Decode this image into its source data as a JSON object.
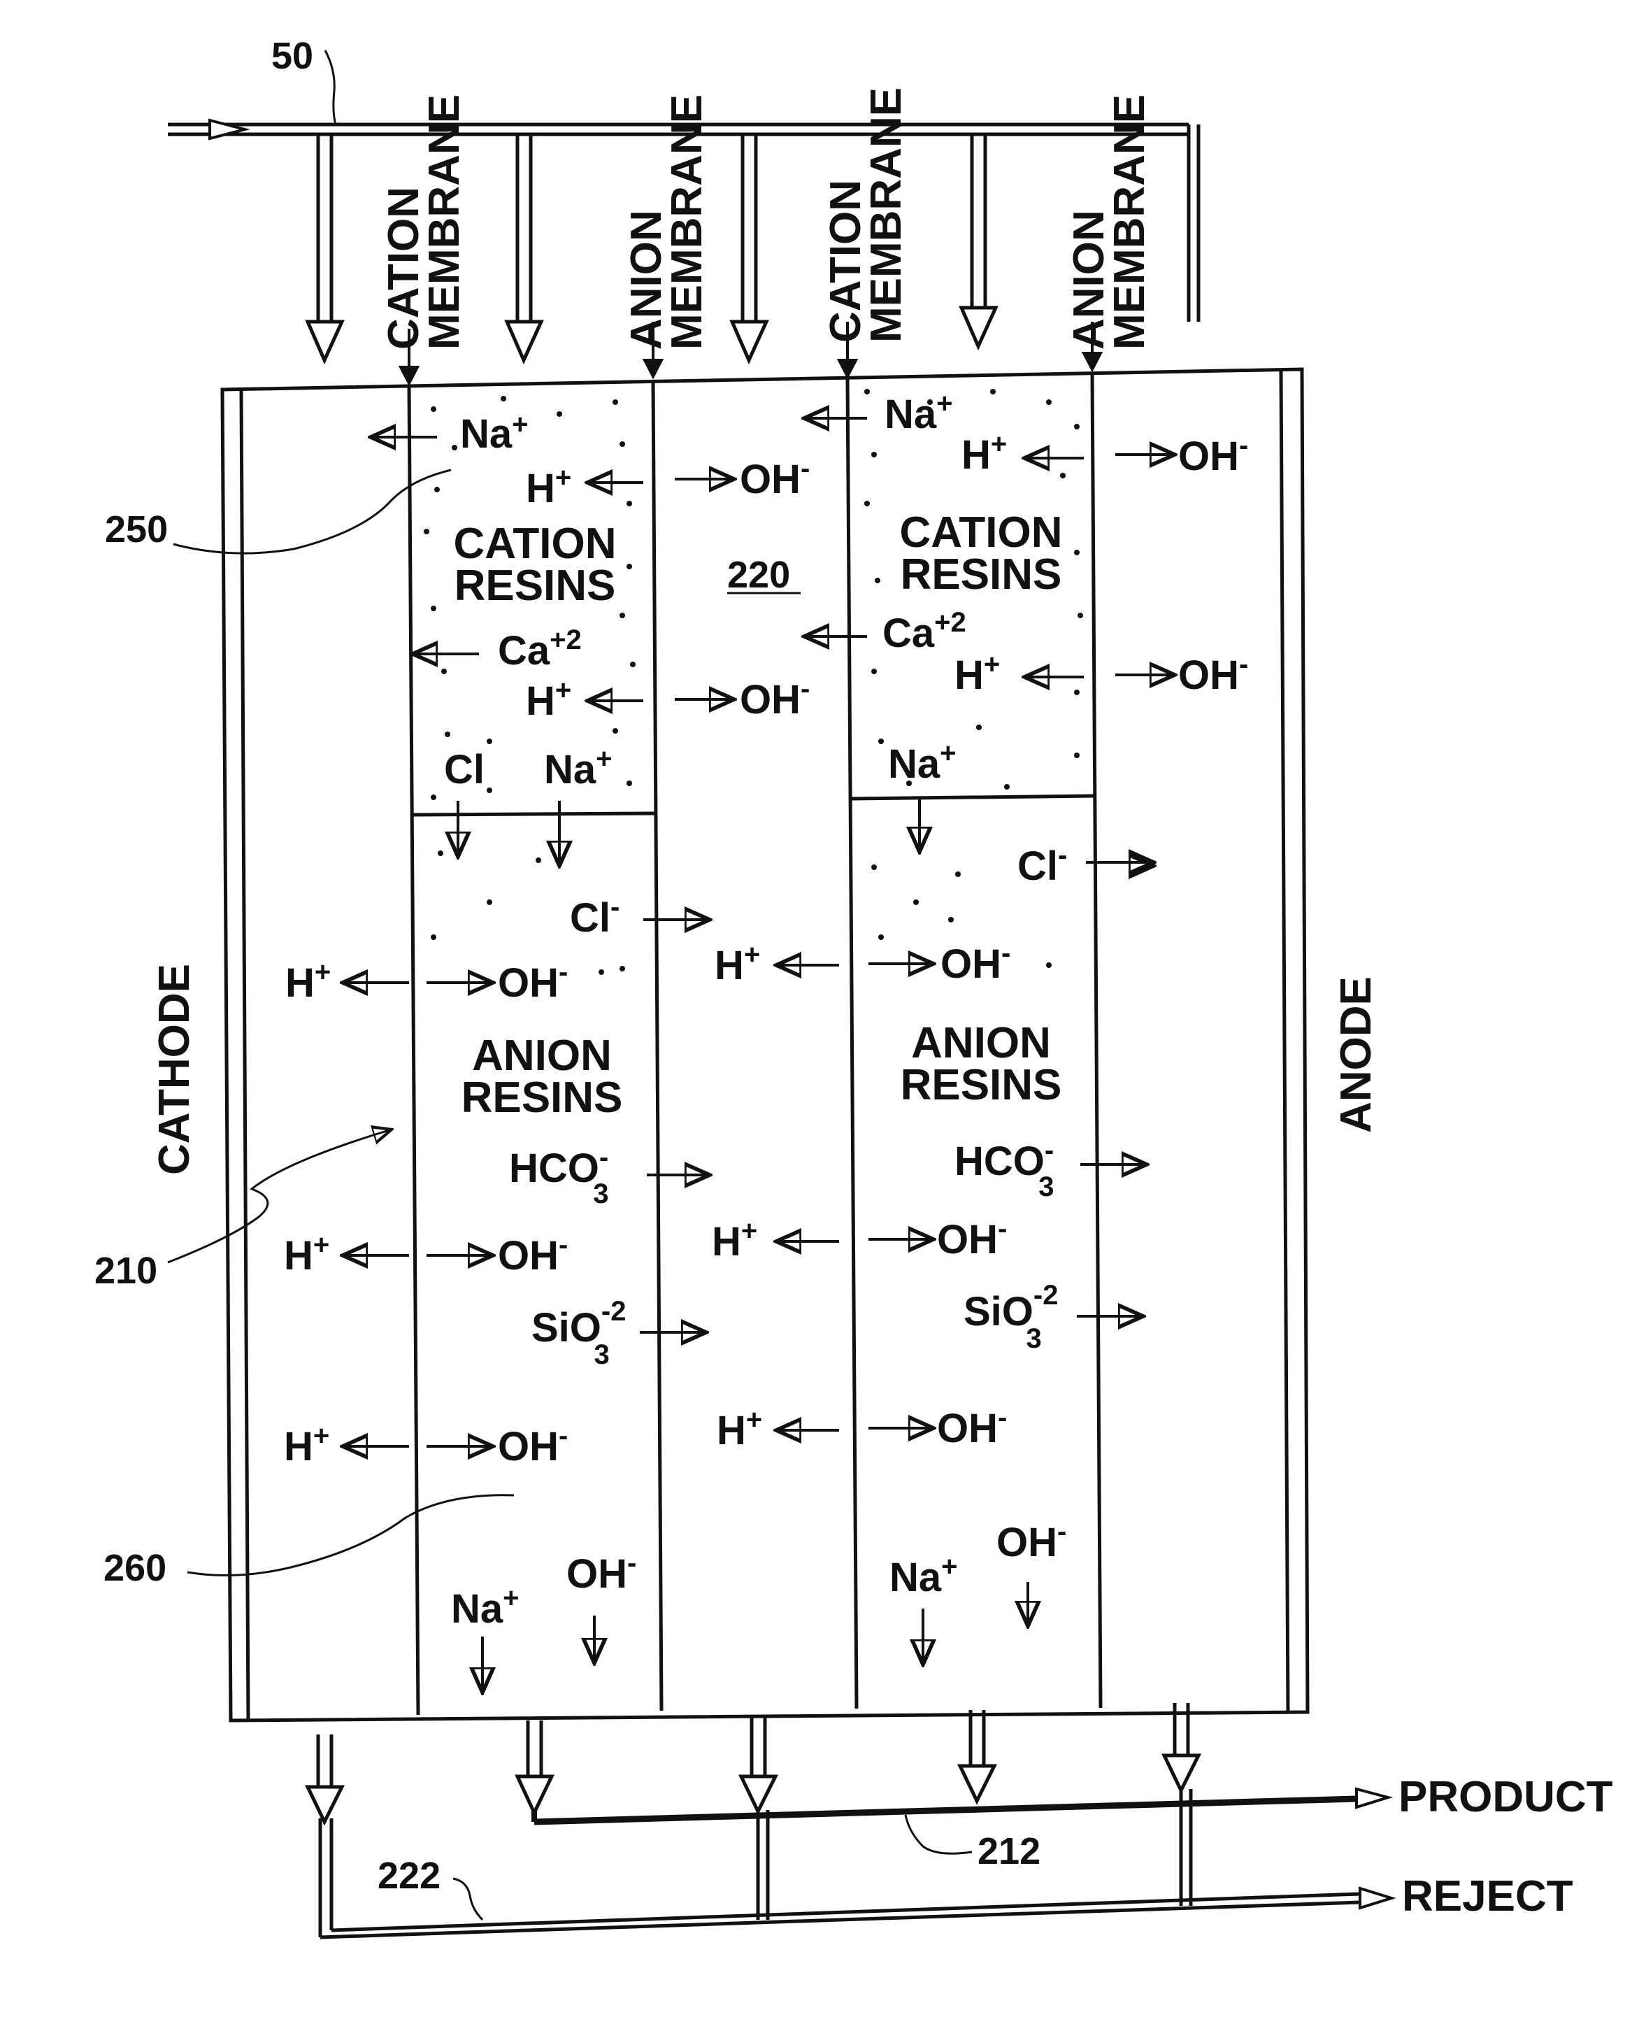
{
  "refs": {
    "feed": "50",
    "cation_compartment": "250",
    "anion_compartment": "210",
    "center": "220",
    "lower": "260",
    "product_line": "212",
    "reject_line": "222"
  },
  "membranes": [
    {
      "line1": "CATION",
      "line2": "MEMBRANE"
    },
    {
      "line1": "ANION",
      "line2": "MEMBRANE"
    },
    {
      "line1": "CATION",
      "line2": "MEMBRANE"
    },
    {
      "line1": "ANION",
      "line2": "MEMBRANE"
    }
  ],
  "electrodes": {
    "cathode": "CATHODE",
    "anode": "ANODE"
  },
  "resins": {
    "cation": {
      "line1": "CATION",
      "line2": "RESINS"
    },
    "anion": {
      "line1": "ANION",
      "line2": "RESINS"
    }
  },
  "outlets": {
    "product": "PRODUCT",
    "reject": "REJECT"
  },
  "ions": {
    "na": "Na",
    "h": "H",
    "oh": "OH",
    "ca": "Ca",
    "cl": "Cl",
    "hco": "HCO",
    "sio": "SiO",
    "plus": "+",
    "minus": "-",
    "plus2": "+2",
    "minus2": "-2",
    "three": "3"
  },
  "colors": {
    "line": "#111111",
    "background": "#ffffff"
  }
}
